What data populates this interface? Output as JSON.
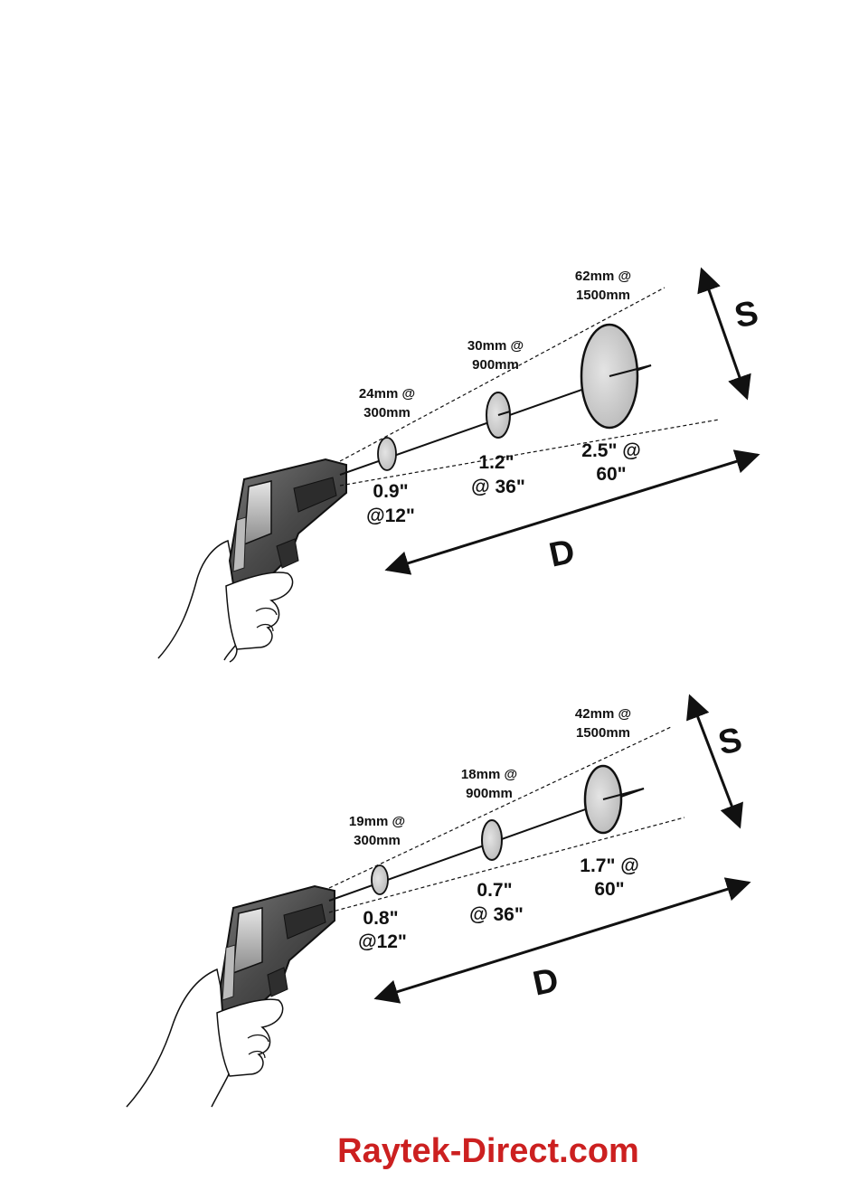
{
  "diagrams": [
    {
      "spots": [
        {
          "top": "24mm @",
          "bottom": "300mm",
          "inch_top": "0.9\"",
          "inch_bottom": "@12\""
        },
        {
          "top": "30mm @",
          "bottom": "900mm",
          "inch_top": "1.2\"",
          "inch_bottom": "@ 36\""
        },
        {
          "top": "62mm @",
          "bottom": "1500mm",
          "inch_top": "2.5\" @",
          "inch_bottom": "60\""
        }
      ],
      "size_label": "S",
      "distance_label": "D"
    },
    {
      "spots": [
        {
          "top": "19mm @",
          "bottom": "300mm",
          "inch_top": "0.8\"",
          "inch_bottom": "@12\""
        },
        {
          "top": "18mm @",
          "bottom": "900mm",
          "inch_top": "0.7\"",
          "inch_bottom": "@ 36\""
        },
        {
          "top": "42mm @",
          "bottom": "1500mm",
          "inch_top": "1.7\" @",
          "inch_bottom": "60\""
        }
      ],
      "size_label": "S",
      "distance_label": "D"
    }
  ],
  "brand": {
    "text": "Raytek-Direct.com",
    "color": "#cc2020"
  },
  "spot_fill": "#d4d4d4",
  "gun_color": "#555555"
}
